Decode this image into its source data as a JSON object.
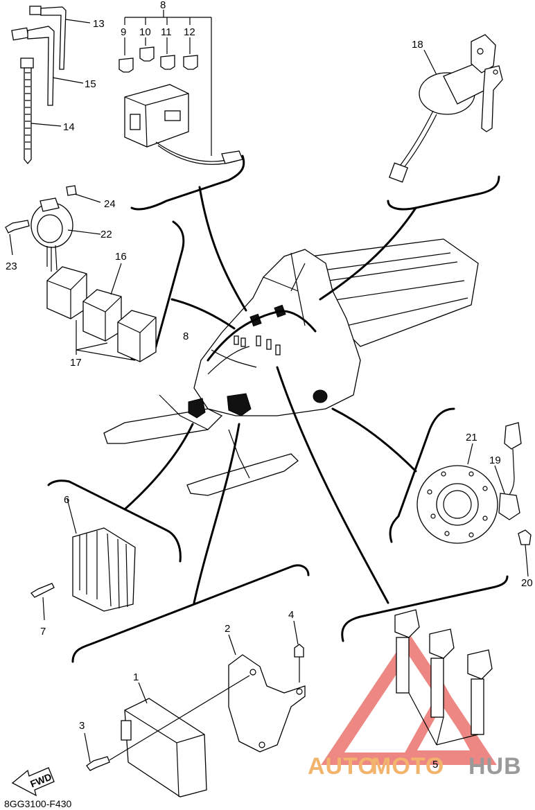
{
  "callouts": {
    "c1": "1",
    "c2": "2",
    "c3": "3",
    "c4": "4",
    "c5": "5",
    "c6": "6",
    "c7": "7",
    "c8_top": "8",
    "c8_mid": "8",
    "c9": "9",
    "c10": "10",
    "c11": "11",
    "c12": "12",
    "c13": "13",
    "c14": "14",
    "c15": "15",
    "c16": "16",
    "c17": "17",
    "c18": "18",
    "c19": "19",
    "c20": "20",
    "c21": "21",
    "c22": "22",
    "c23": "23",
    "c24": "24"
  },
  "fwd_label": "FWD",
  "diagram_code": "8GG3100-F430",
  "watermark": {
    "part1": "AUTO",
    "part2": "MOTO",
    "part3": "HUB",
    "colors": {
      "orange": "#f2b36d",
      "red": "#e8605a",
      "gray": "#9a9a9a"
    }
  }
}
